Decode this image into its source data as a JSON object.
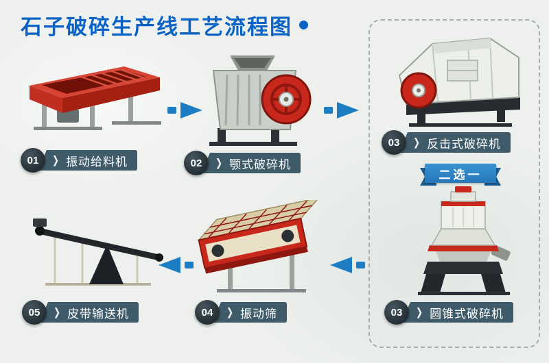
{
  "title": "石子破碎生产线工艺流程图",
  "choice": {
    "label": "二选一"
  },
  "steps": [
    {
      "num": "01",
      "label": "振动给料机",
      "machine": "vibrating-feeder"
    },
    {
      "num": "02",
      "label": "颚式破碎机",
      "machine": "jaw-crusher"
    },
    {
      "num": "03",
      "label": "反击式破碎机",
      "machine": "impact-crusher"
    },
    {
      "num": "03",
      "label": "圆锥式破碎机",
      "machine": "cone-crusher"
    },
    {
      "num": "04",
      "label": "振动筛",
      "machine": "vibrating-screen"
    },
    {
      "num": "05",
      "label": "皮带输送机",
      "machine": "belt-conveyor"
    }
  ],
  "arrows": [
    {
      "from": "振动给料机",
      "to": "颚式破碎机",
      "direction": "right"
    },
    {
      "from": "颚式破碎机",
      "to": "反击式破碎机/圆锥式破碎机",
      "direction": "right"
    },
    {
      "from": "反击式破碎机/圆锥式破碎机",
      "to": "振动筛",
      "direction": "left"
    },
    {
      "from": "振动筛",
      "to": "皮带输送机",
      "direction": "left"
    }
  ],
  "colors": {
    "title_blue": "#0b63c5",
    "arrow_blue": "#1d7dc3",
    "label_slate": "#3f5b69",
    "badge_dark": "#28333a",
    "ribbon_blue": "#2e86c5",
    "machine_red": "#c8271b",
    "background": "#edf0ed",
    "dashed_border": "#a5abb0"
  }
}
